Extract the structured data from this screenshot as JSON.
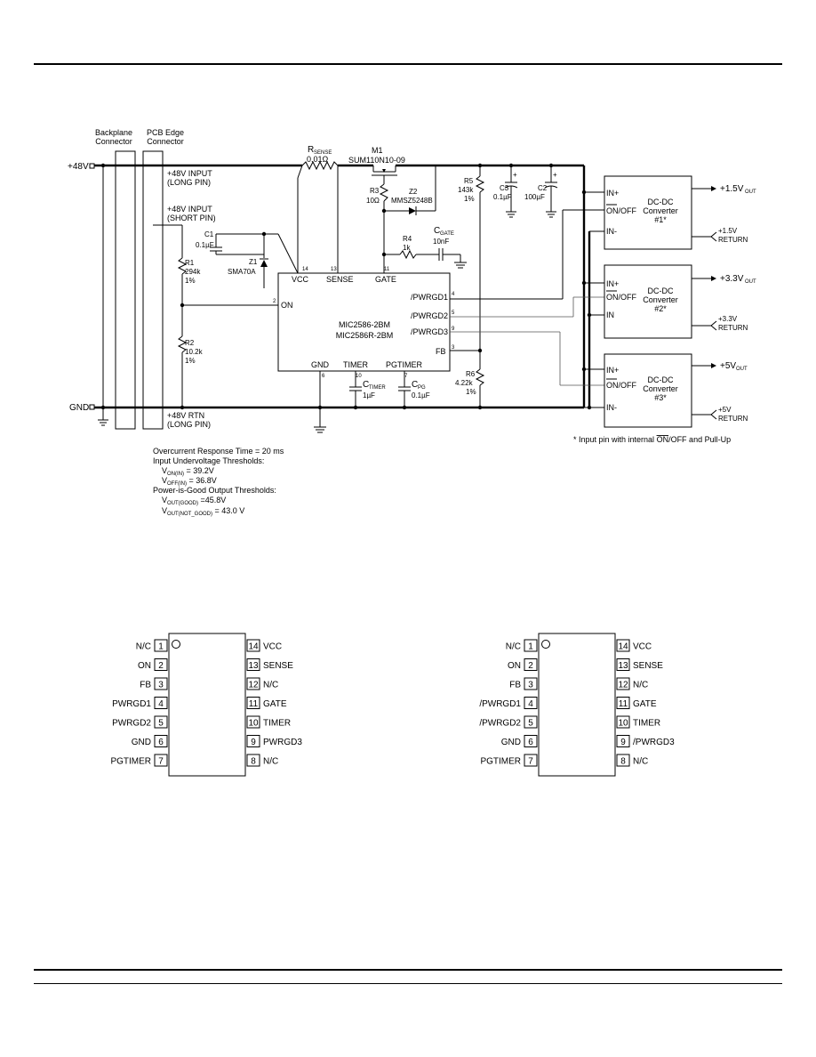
{
  "connectors": {
    "backplane_line1": "Backplane",
    "backplane_line2": "Connector",
    "pcb_line1": "PCB Edge",
    "pcb_line2": "Connector"
  },
  "rails": {
    "v48": "+48V",
    "gnd": "GND",
    "input_long_1": "+48V INPUT",
    "input_long_2": "(LONG PIN)",
    "input_short_1": "+48V INPUT",
    "input_short_2": "(SHORT PIN)",
    "rtn_1": "+48V RTN",
    "rtn_2": "(LONG PIN)"
  },
  "components": {
    "rsense_label": "R",
    "rsense_sub": "SENSE",
    "rsense_value": "0.01Ω",
    "m1_label": "M1",
    "m1_value": "SUM110N10-09",
    "r3_label": "R3",
    "r3_value": "10Ω",
    "z2_label": "Z2",
    "z2_value": "MMSZ5248B",
    "r5_label": "R5",
    "r5_value": "143k",
    "r5_tol": "1%",
    "c3_label": "C3",
    "c3_value": "0.1µF",
    "c2_label": "C2",
    "c2_value": "100µF",
    "c1_label": "C1",
    "c1_value": "0.1µF",
    "z1_label": "Z1",
    "z1_value": "SMA70A",
    "r4_label": "R4",
    "r4_value": "1k",
    "cgate_label": "C",
    "cgate_sub": "GATE",
    "cgate_value": "10nF",
    "r1_label": "R1",
    "r1_value": "294k",
    "r1_tol": "1%",
    "r2_label": "R2",
    "r2_value": "10.2k",
    "r2_tol": "1%",
    "r6_label": "R6",
    "r6_value": "4.22k",
    "r6_tol": "1%",
    "ctimer_label": "C",
    "ctimer_sub": "TIMER",
    "ctimer_value": "1µF",
    "cpg_label": "C",
    "cpg_sub": "PG",
    "cpg_value": "0.1µF"
  },
  "ic": {
    "part1": "MIC2586-2BM",
    "part2": "MIC2586R-2BM",
    "pins": {
      "vcc": "VCC",
      "vcc_num": "14",
      "sense": "SENSE",
      "sense_num": "13",
      "gate": "GATE",
      "gate_num": "11",
      "on": "ON",
      "on_num": "2",
      "pwrgd1": "/PWRGD1",
      "pwrgd1_num": "4",
      "pwrgd2": "/PWRGD2",
      "pwrgd2_num": "5",
      "pwrgd3": "/PWRGD3",
      "pwrgd3_num": "9",
      "fb": "FB",
      "fb_num": "3",
      "gnd": "GND",
      "gnd_num": "6",
      "timer": "TIMER",
      "timer_num": "10",
      "pgtimer": "PGTIMER",
      "pgtimer_num": "7"
    }
  },
  "converters": [
    {
      "in_plus": "IN+",
      "onoff": "ON/OFF",
      "in_minus": "IN-",
      "name1": "DC-DC",
      "name2": "Converter",
      "name3": "#1*",
      "out": "+1.5V",
      "out_sub": "OUT",
      "ret1": "+1.5V",
      "ret2": "RETURN"
    },
    {
      "in_plus": "IN+",
      "onoff": "ON/OFF",
      "in_minus": "IN",
      "name1": "DC-DC",
      "name2": "Converter",
      "name3": "#2*",
      "out": "+3.3V",
      "out_sub": "OUT",
      "ret1": "+3.3V",
      "ret2": "RETURN"
    },
    {
      "in_plus": "IN+",
      "onoff": "ON/OFF",
      "in_minus": "IN-",
      "name1": "DC-DC",
      "name2": "Converter",
      "name3": "#3*",
      "out": "+5V",
      "out_sub": "OUT",
      "ret1": "+5V",
      "ret2": "RETURN"
    }
  ],
  "footnote": {
    "prefix": "* Input pin with internal ",
    "overlined": "ON",
    "suffix": "/OFF and Pull-Up"
  },
  "notes": {
    "line1": "Overcurrent Response Time = 20 ms",
    "line2": "Input Undervoltage Thresholds:",
    "von": "V",
    "von_sub": "ON(IN)",
    "von_val": " = 39.2V",
    "voff": "V",
    "voff_sub": "OFF(IN)",
    "voff_val": " = 36.8V",
    "line3": "Power-is-Good Output Thresholds:",
    "vgood": "V",
    "vgood_sub": "OUT(GOOD)",
    "vgood_val": " =45.8V",
    "vnotgood": "V",
    "vnotgood_sub": "OUT(NOT_GOOD)",
    "vnotgood_val": " = 43.0 V"
  },
  "pinouts": [
    {
      "left": [
        {
          "name": "N/C",
          "num": "1"
        },
        {
          "name": "ON",
          "num": "2"
        },
        {
          "name": "FB",
          "num": "3"
        },
        {
          "name": "PWRGD1",
          "num": "4"
        },
        {
          "name": "PWRGD2",
          "num": "5"
        },
        {
          "name": "GND",
          "num": "6"
        },
        {
          "name": "PGTIMER",
          "num": "7"
        }
      ],
      "right": [
        {
          "name": "VCC",
          "num": "14"
        },
        {
          "name": "SENSE",
          "num": "13"
        },
        {
          "name": "N/C",
          "num": "12"
        },
        {
          "name": "GATE",
          "num": "11"
        },
        {
          "name": "TIMER",
          "num": "10"
        },
        {
          "name": "PWRGD3",
          "num": "9"
        },
        {
          "name": "N/C",
          "num": "8"
        }
      ]
    },
    {
      "left": [
        {
          "name": "N/C",
          "num": "1"
        },
        {
          "name": "ON",
          "num": "2"
        },
        {
          "name": "FB",
          "num": "3"
        },
        {
          "name": "/PWRGD1",
          "num": "4"
        },
        {
          "name": "/PWRGD2",
          "num": "5"
        },
        {
          "name": "GND",
          "num": "6"
        },
        {
          "name": "PGTIMER",
          "num": "7"
        }
      ],
      "right": [
        {
          "name": "VCC",
          "num": "14"
        },
        {
          "name": "SENSE",
          "num": "13"
        },
        {
          "name": "N/C",
          "num": "12"
        },
        {
          "name": "GATE",
          "num": "11"
        },
        {
          "name": "TIMER",
          "num": "10"
        },
        {
          "name": "/PWRGD3",
          "num": "9"
        },
        {
          "name": "N/C",
          "num": "8"
        }
      ]
    }
  ]
}
